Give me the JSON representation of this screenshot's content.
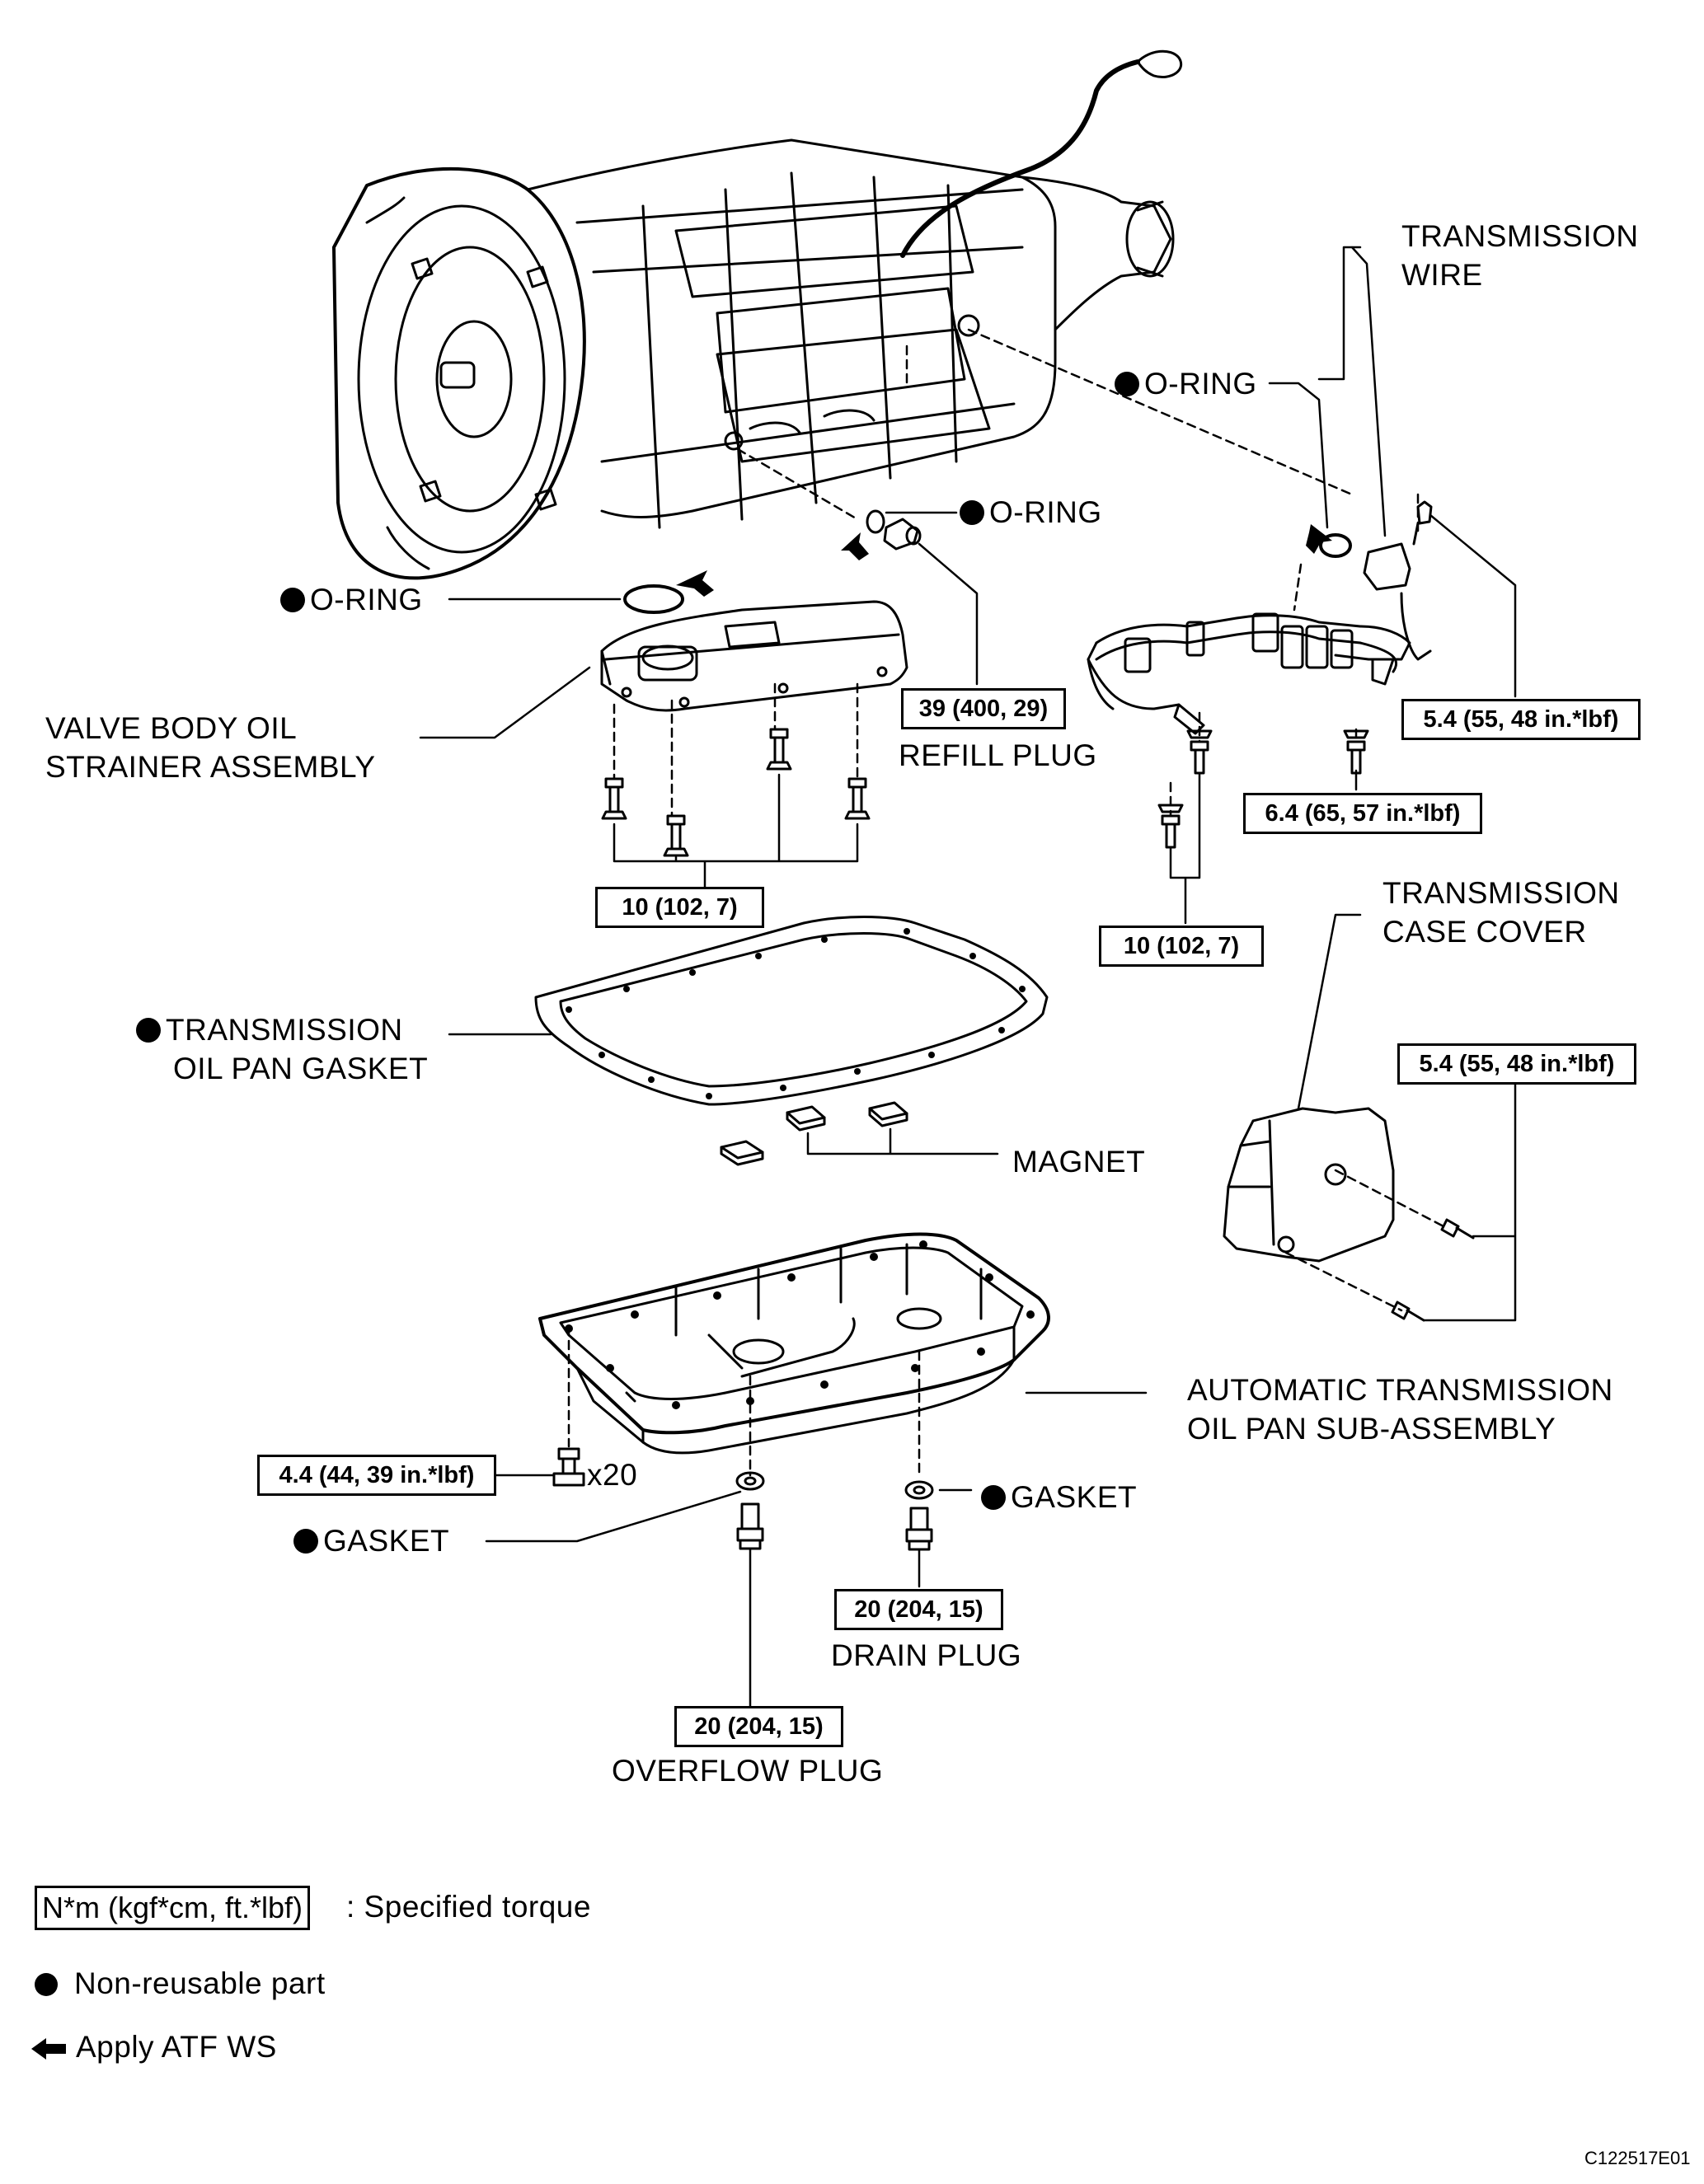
{
  "labels": {
    "transmission_wire": [
      "TRANSMISSION",
      "WIRE"
    ],
    "o_ring": "O-RING",
    "valve_body": [
      "VALVE BODY OIL",
      "STRAINER ASSEMBLY"
    ],
    "refill_plug": "REFILL PLUG",
    "case_cover": [
      "TRANSMISSION",
      "CASE COVER"
    ],
    "pan_gasket": [
      "TRANSMISSION",
      "OIL PAN GASKET"
    ],
    "magnet": "MAGNET",
    "oil_pan": [
      "AUTOMATIC TRANSMISSION",
      "OIL PAN SUB-ASSEMBLY"
    ],
    "gasket": "GASKET",
    "drain_plug": "DRAIN PLUG",
    "overflow_plug": "OVERFLOW PLUG",
    "x20": "x20"
  },
  "torques": {
    "refill": "39 (400, 29)",
    "strainer": "10 (102, 7)",
    "wire_bolt_top": "5.4 (55, 48 in.*lbf)",
    "wire_bolt_mid": "6.4 (65, 57 in.*lbf)",
    "wire_bolt_low": "10 (102, 7)",
    "cover": "5.4 (55, 48 in.*lbf)",
    "pan": "4.4 (44, 39 in.*lbf)",
    "drain": "20 (204, 15)",
    "overflow": "20 (204, 15)"
  },
  "legend": {
    "torque_unit": "N*m (kgf*cm, ft.*lbf)",
    "torque_text": ": Specified torque",
    "nonreusable": "Non-reusable part",
    "atf": "Apply ATF WS"
  },
  "figure_id": "C122517E01"
}
